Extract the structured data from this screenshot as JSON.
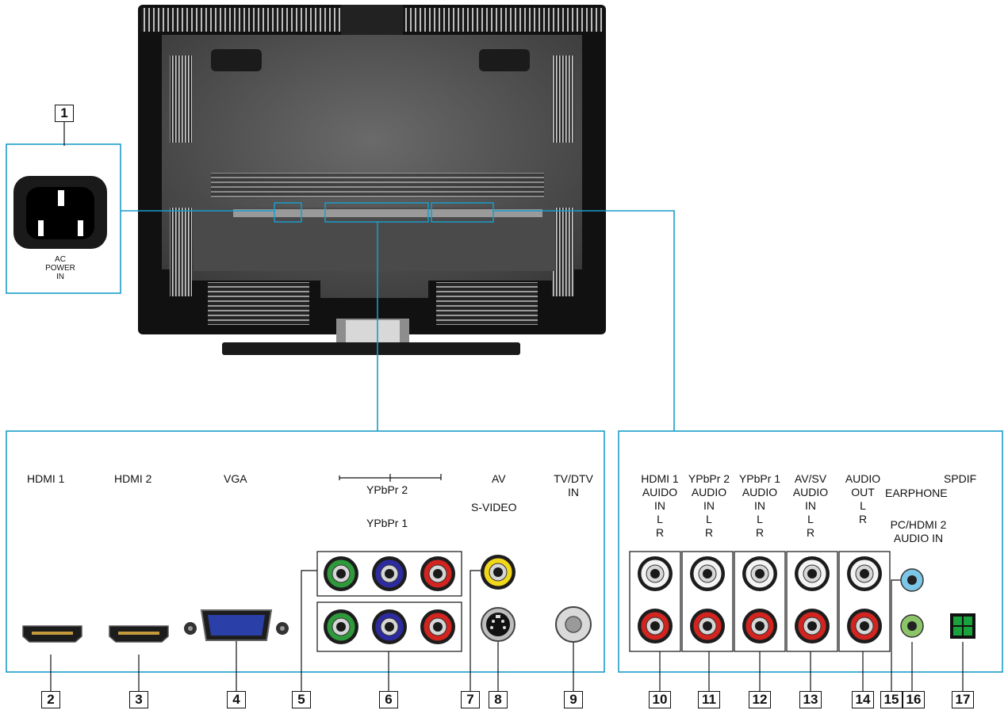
{
  "power": {
    "callout": "1",
    "label_lines": [
      "AC",
      "POWER",
      "IN"
    ]
  },
  "left_panel": {
    "hdmi1": "HDMI 1",
    "hdmi2": "HDMI 2",
    "vga": "VGA",
    "ypbpr2": "YPbPr 2",
    "ypbpr1": "YPbPr 1",
    "av": "AV",
    "svideo": "S-VIDEO",
    "tvdtv_lines": [
      "TV/DTV",
      "IN"
    ]
  },
  "right_panel": {
    "hdmi1_audio_lines": [
      "HDMI 1",
      "AUIDO",
      "IN",
      "L",
      "R"
    ],
    "ypbpr2_audio_lines": [
      "YPbPr 2",
      "AUDIO",
      "IN",
      "L",
      "R"
    ],
    "ypbpr1_audio_lines": [
      "YPbPr 1",
      "AUDIO",
      "IN",
      "L",
      "R"
    ],
    "avsv_audio_lines": [
      "AV/SV",
      "AUDIO",
      "IN",
      "L",
      "R"
    ],
    "audio_out_lines": [
      "AUDIO",
      "OUT",
      "L",
      "R"
    ],
    "earphone": "EARPHONE",
    "spdif": "SPDIF",
    "pc_hdmi2_audio_lines": [
      "PC/HDMI 2",
      "AUDIO IN"
    ]
  },
  "callouts": [
    "1",
    "2",
    "3",
    "4",
    "5",
    "6",
    "7",
    "8",
    "9",
    "10",
    "11",
    "12",
    "13",
    "14",
    "15",
    "16",
    "17"
  ],
  "colors": {
    "leader": "#1a9cc9",
    "component_green": "#2f9a3c",
    "component_blue": "#2d2ba0",
    "component_red": "#d3241f",
    "composite_yellow": "#f2d81a",
    "earphone_blue": "#7cc6e8",
    "audio_in_green": "#8cc46a",
    "spdif_green": "#19a33c"
  }
}
